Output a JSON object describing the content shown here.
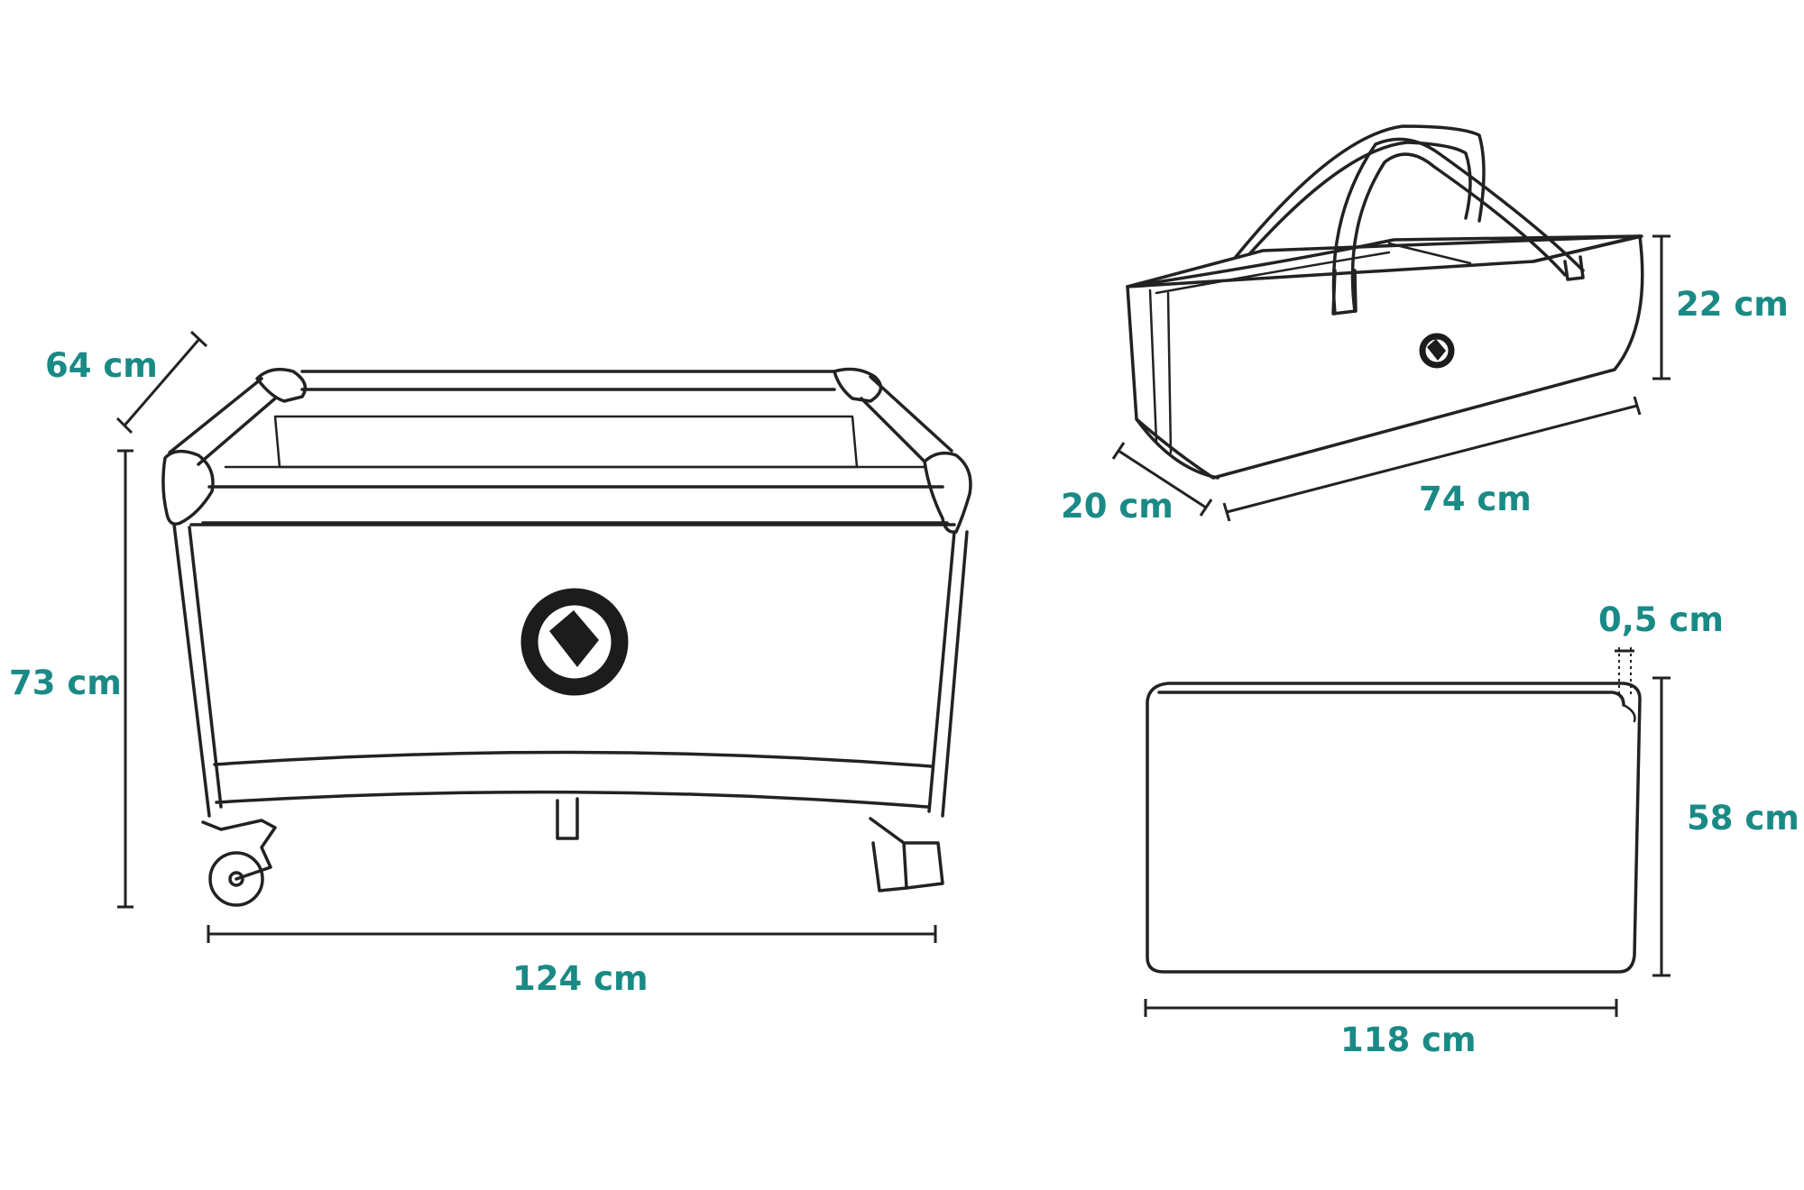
{
  "colors": {
    "label": "#1a8a86",
    "outline": "#222222",
    "background": "#ffffff"
  },
  "crib": {
    "depth_label": "64 cm",
    "height_label": "73 cm",
    "width_label": "124 cm",
    "logo_icon": "brand-logo-icon"
  },
  "bag": {
    "height_label": "22 cm",
    "depth_label": "20 cm",
    "length_label": "74 cm",
    "logo_icon": "brand-logo-icon"
  },
  "mattress": {
    "thickness_label": "0,5 cm",
    "height_label": "58 cm",
    "width_label": "118 cm"
  }
}
